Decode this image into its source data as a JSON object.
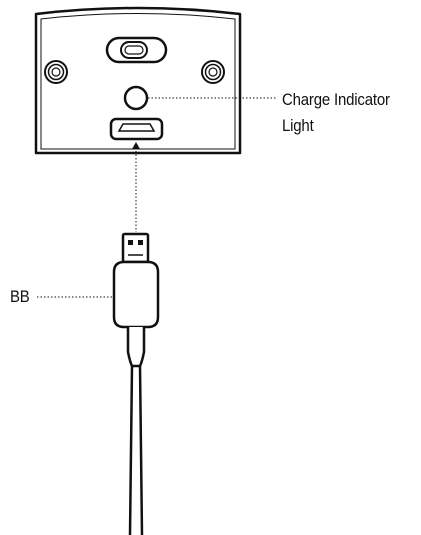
{
  "labels": {
    "charge_indicator_line1": "Charge Indicator",
    "charge_indicator_line2": "Light",
    "bb": "BB"
  },
  "colors": {
    "stroke": "#111111",
    "background": "#ffffff"
  }
}
